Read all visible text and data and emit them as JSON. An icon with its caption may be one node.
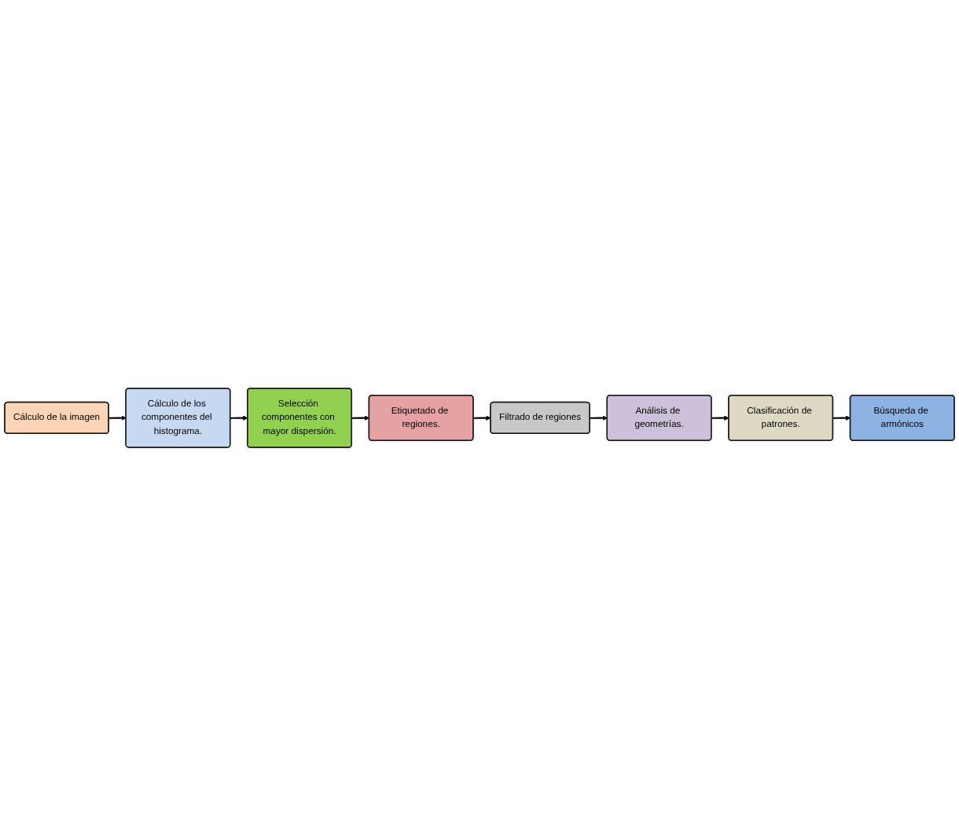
{
  "diagram": {
    "nodes": [
      {
        "text": [
          "Cálculo de la imagen"
        ]
      },
      {
        "text": [
          "Cálculo de los componentes del histograma."
        ]
      },
      {
        "text": [
          "Selección componentes con mayor dispersión."
        ]
      },
      {
        "text": [
          "Etiquetado de regiones."
        ]
      },
      {
        "text": [
          "Filtrado de regiones"
        ]
      },
      {
        "text": [
          "Análisis de geometrías."
        ]
      },
      {
        "text": [
          "Clasificación de patrones."
        ]
      },
      {
        "text": [
          "Búsqueda de armónicos"
        ]
      }
    ],
    "edges": [
      {
        "from": 0,
        "to": 1,
        "arrow": "to"
      },
      {
        "from": 1,
        "to": 2,
        "arrow": "to"
      },
      {
        "from": 2,
        "to": 3,
        "arrow": "to"
      },
      {
        "from": 3,
        "to": 4,
        "arrow": "to"
      },
      {
        "from": 4,
        "to": 5,
        "arrow": "to"
      },
      {
        "from": 5,
        "to": 6,
        "arrow": "to"
      },
      {
        "from": 6,
        "to": 7,
        "arrow": "to"
      }
    ]
  }
}
